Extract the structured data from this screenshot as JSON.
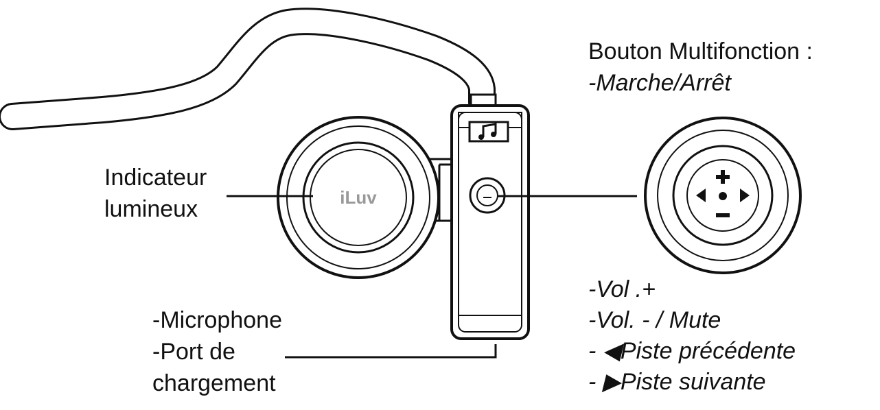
{
  "logo_text": "iLuv",
  "labels": {
    "indicator": [
      "Indicateur",
      "lumineux"
    ],
    "microphone": [
      "-Microphone",
      "-Port de",
      "chargement"
    ],
    "multifunction_title": "Bouton Multifonction :",
    "multifunction_items": [
      "-Marche/Arrêt",
      "-Vol .+",
      "-Vol. - / Mute",
      "- ◀Piste précédente",
      "- ▶Piste suivante"
    ]
  },
  "colors": {
    "ink": "#111111",
    "background": "#ffffff",
    "logo": "#999999"
  },
  "icons": [
    "music-note-icon",
    "plus-icon",
    "minus-icon",
    "triangle-left-icon",
    "triangle-right-icon",
    "center-dot-icon"
  ]
}
